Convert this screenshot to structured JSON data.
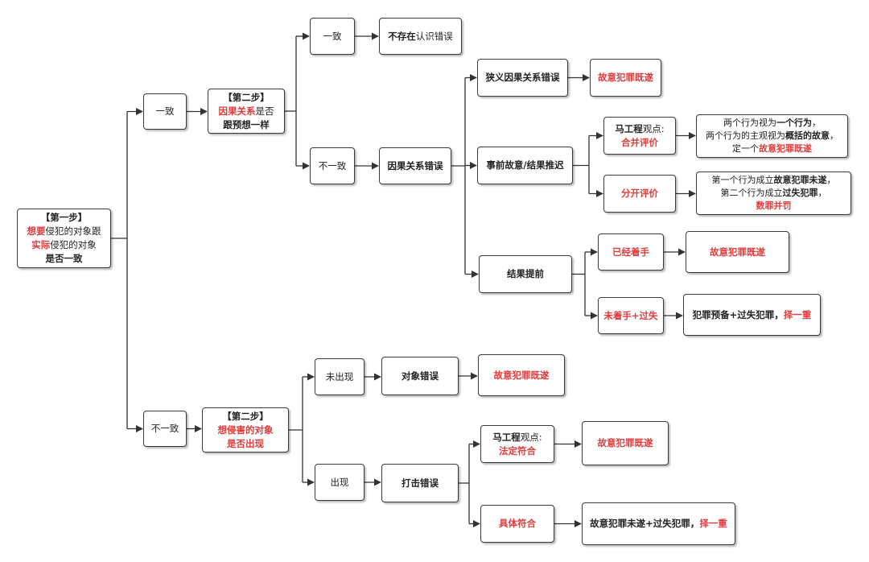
{
  "colors": {
    "accent_red": "#e03b3b",
    "border": "#3a3a3a",
    "text": "#222222"
  },
  "nodes": {
    "root": {
      "l1a": "【第一步】",
      "l2a": "想要",
      "l2b": "侵犯的对象跟",
      "l3a": "实际",
      "l3b": "侵犯的对象",
      "l4": "是否一致"
    },
    "yizhi": {
      "t": "一致"
    },
    "buyizhi": {
      "t": "不一致"
    },
    "step2a": {
      "l1": "【第二步】",
      "l2a": "因果关系",
      "l2b": "是否",
      "l3": "跟预想一样"
    },
    "step2b": {
      "l1": "【第二步】",
      "l2": "想侵害的对象",
      "l3": "是否出现"
    },
    "c_yizhi": {
      "t": "一致"
    },
    "c_buyizhi": {
      "t": "不一致"
    },
    "no_error": {
      "a": "不存在",
      "b": "认识错误"
    },
    "causal_error": {
      "t": "因果关系错误"
    },
    "narrow": {
      "t": "狭义因果关系错误"
    },
    "narrow_res": {
      "t": "故意犯罪既遂"
    },
    "delay": {
      "t": "事前故意/结果推迟"
    },
    "ma": {
      "a": "马工程",
      "b": "观点:",
      "c": "合并评价"
    },
    "ma_res": {
      "l1a": "两个行为视为",
      "l1b": "一个行为",
      "l1c": "，",
      "l2a": "两个行为的主观视为",
      "l2b": "概括的故意",
      "l2c": "，",
      "l3a": "定一个",
      "l3b": "故意犯罪既遂"
    },
    "split": {
      "t": "分开评价"
    },
    "split_res": {
      "l1a": "第一个行为成立",
      "l1b": "故意犯罪未遂",
      "l1c": "，",
      "l2a": "第二个行为成立",
      "l2b": "过失犯罪",
      "l2c": "，",
      "l3": "数罪并罚"
    },
    "early": {
      "t": "结果提前"
    },
    "started": {
      "t": "已经着手"
    },
    "started_res": {
      "t": "故意犯罪既遂"
    },
    "notstarted": {
      "t": "未着手+过失"
    },
    "notstarted_res": {
      "a": "犯罪预备+过失犯罪，",
      "b": "择一重"
    },
    "absent": {
      "t": "未出现"
    },
    "obj_error": {
      "t": "对象错误"
    },
    "obj_res": {
      "t": "故意犯罪既遂"
    },
    "present": {
      "t": "出现"
    },
    "strike": {
      "t": "打击错误"
    },
    "ma2": {
      "a": "马工程",
      "b": "观点:",
      "c": "法定符合"
    },
    "ma2_res": {
      "t": "故意犯罪既遂"
    },
    "concrete": {
      "t": "具体符合"
    },
    "concrete_res": {
      "a": "故意犯罪未遂+过失犯罪，",
      "b": "择一重"
    }
  }
}
